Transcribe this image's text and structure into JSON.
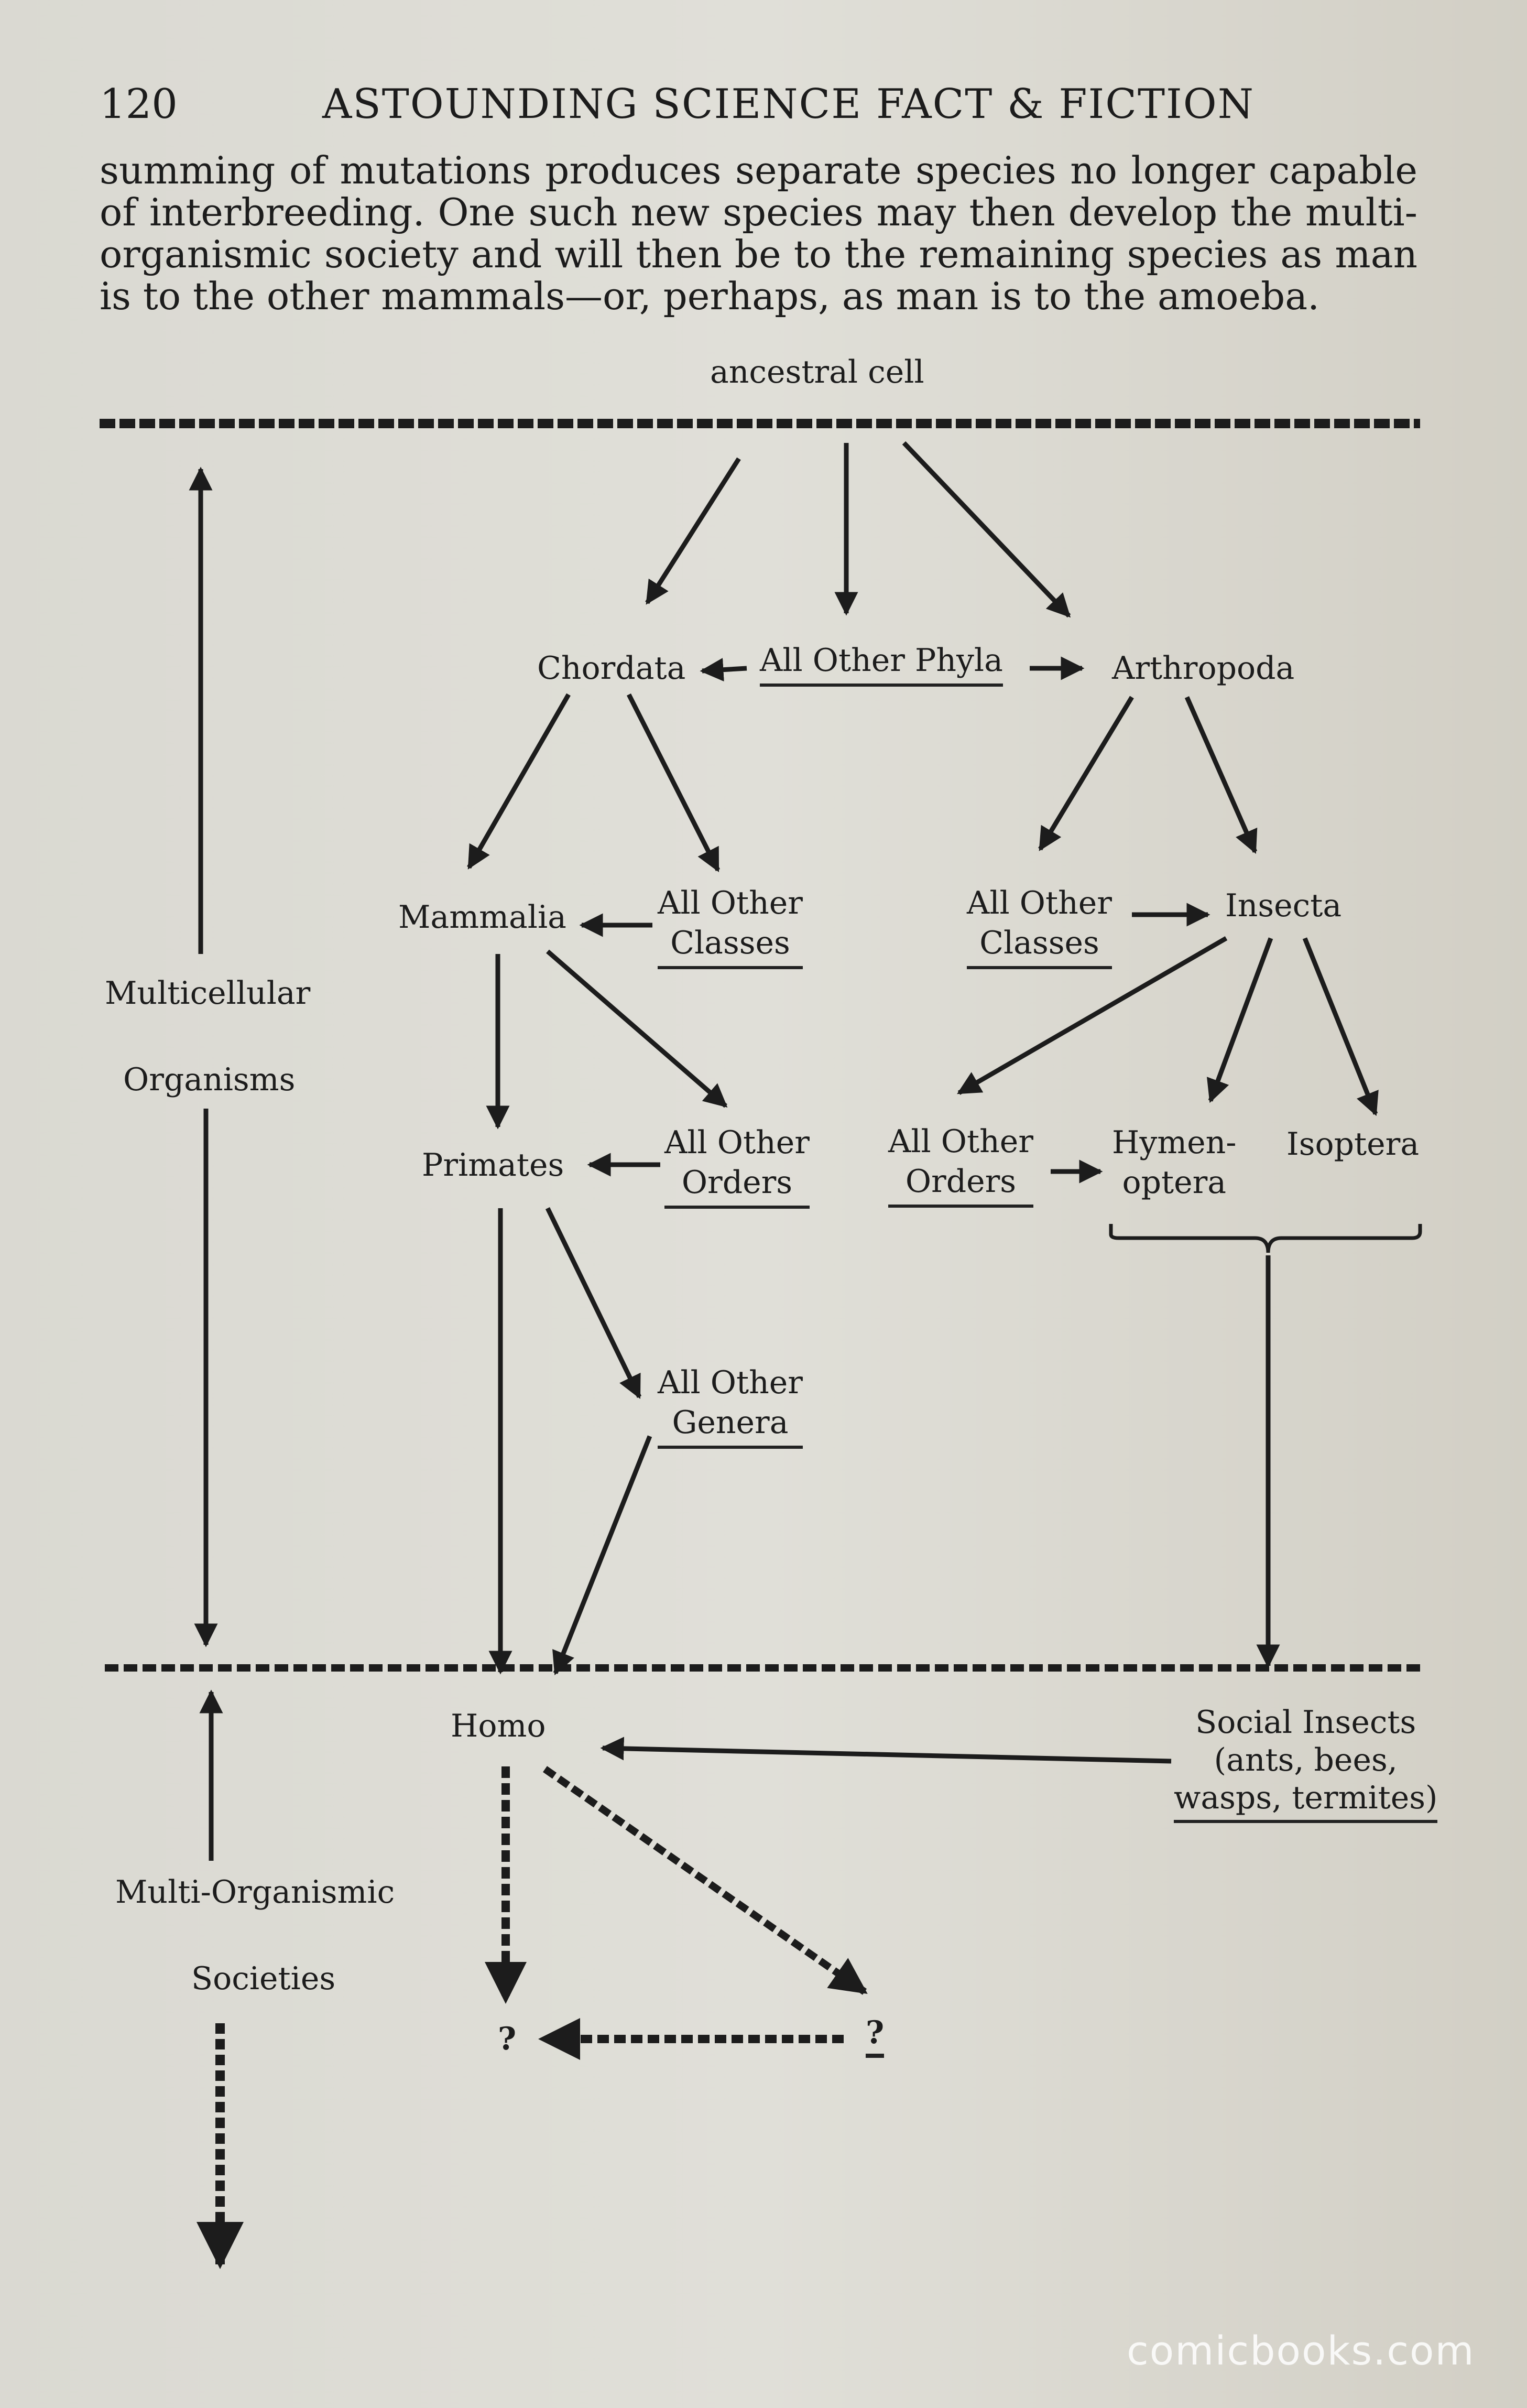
{
  "header": {
    "page_number": "120",
    "title": "ASTOUNDING SCIENCE FACT & FICTION"
  },
  "body_text": "summing of mutations produces separate species no longer capable of interbreeding. One such new species may then develop the multi-organismic society and will then be to the remaining species as man is to the other mammals—or, perhaps, as man is to the amoeba.",
  "diagram": {
    "root": "ancestral cell",
    "side_labels": {
      "multicellular_1": "Multicellular",
      "multicellular_2": "Organisms",
      "societies_1": "Multi-Organismic",
      "societies_2": "Societies"
    },
    "nodes": {
      "chordata": "Chordata",
      "all_other_phyla": "All Other Phyla",
      "arthropoda": "Arthropoda",
      "mammalia": "Mammalia",
      "other_classes_left_1": "All Other",
      "other_classes_left_2": "Classes",
      "other_classes_right_1": "All Other",
      "other_classes_right_2": "Classes",
      "insecta": "Insecta",
      "primates": "Primates",
      "other_orders_left_1": "All Other",
      "other_orders_left_2": "Orders",
      "other_orders_right_1": "All Other",
      "other_orders_right_2": "Orders",
      "hymenoptera_1": "Hymen-",
      "hymenoptera_2": "optera",
      "isoptera": "Isoptera",
      "other_genera_1": "All Other",
      "other_genera_2": "Genera",
      "homo": "Homo",
      "social_insects_1": "Social Insects",
      "social_insects_2": "(ants, bees,",
      "social_insects_3": "wasps, termites)",
      "unknown_left": "?",
      "unknown_right": "?"
    }
  },
  "watermark": "comicbooks.com"
}
